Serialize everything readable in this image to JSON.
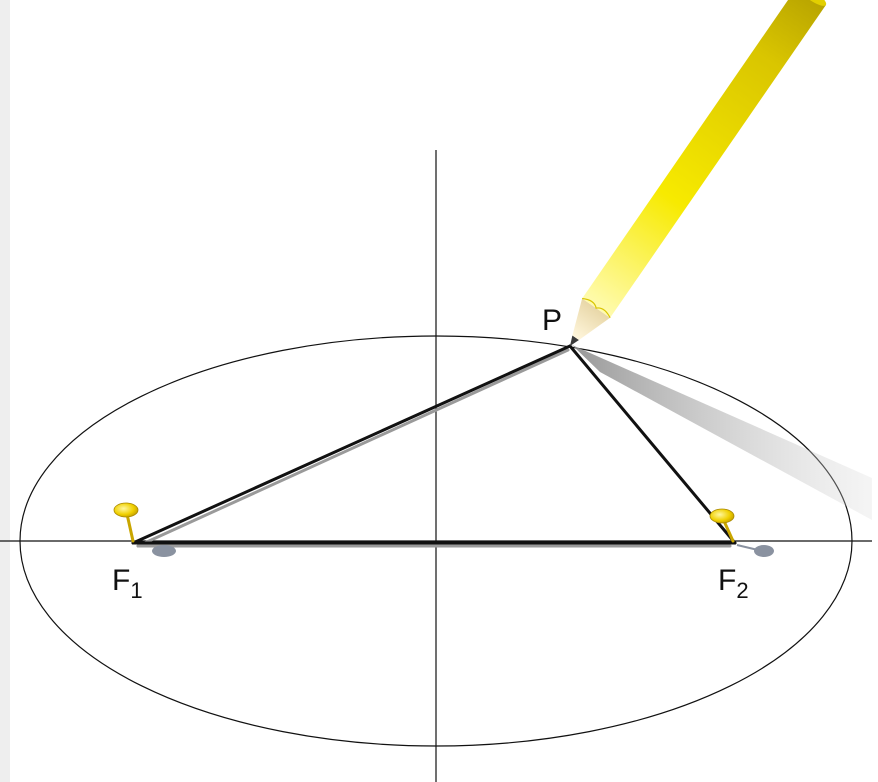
{
  "labels": {
    "point": "P",
    "focus1": {
      "base": "F",
      "sub": "1"
    },
    "focus2": {
      "base": "F",
      "sub": "2"
    }
  },
  "colors": {
    "pencil_body": "#f2e200",
    "pin_head": "#e6c300",
    "string": "#111111",
    "string_shadow": "#9a9a9a",
    "pin_shadow": "#8a92a0",
    "curve": "#111111",
    "axes": "#111111",
    "left_strip": "#eeeeee"
  },
  "icons": {
    "pencil": "pencil-icon",
    "pin": "push-pin-icon"
  }
}
